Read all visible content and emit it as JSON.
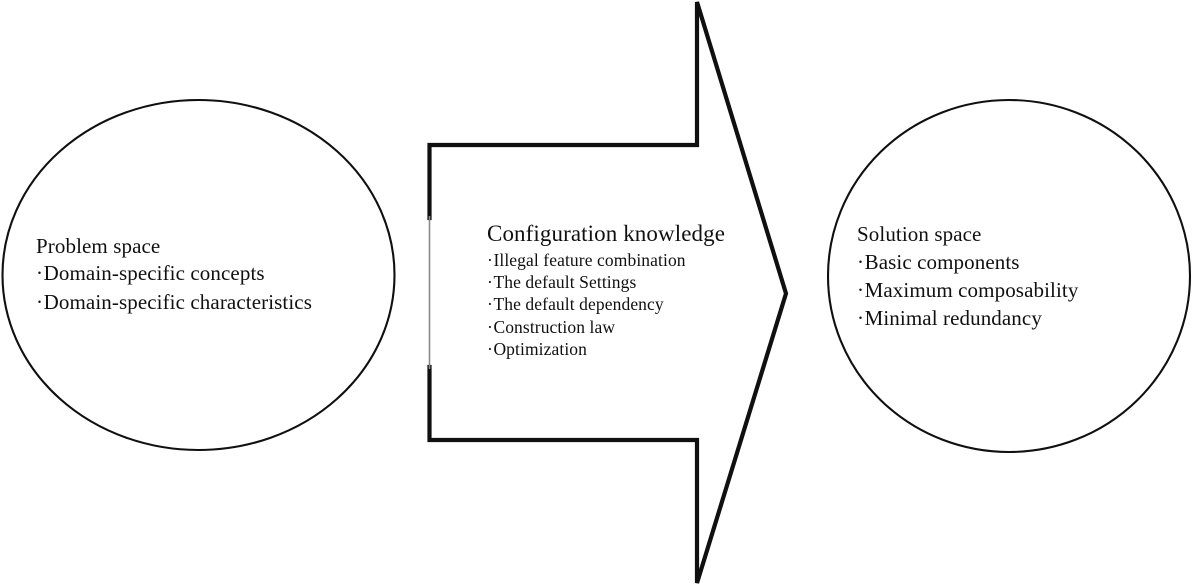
{
  "figure": {
    "type": "process-flow-diagram",
    "description": "Problem space mapped through configuration knowledge into solution space",
    "bullet_marker": "·",
    "stroke_color": "#101010",
    "faded_stroke_color": "#8a8a8a",
    "fill_color": "#ffffff",
    "background": "#ffffff"
  },
  "problem_space": {
    "heading": "Problem space",
    "items": [
      "Domain-specific concepts",
      "Domain-specific characteristics"
    ]
  },
  "configuration_knowledge": {
    "heading": "Configuration knowledge",
    "items": [
      "Illegal feature combination",
      "The default Settings",
      "The default dependency",
      "Construction law",
      "Optimization"
    ]
  },
  "solution_space": {
    "heading": "Solution space",
    "items": [
      "Basic components",
      "Maximum composability",
      "Minimal redundancy"
    ]
  }
}
